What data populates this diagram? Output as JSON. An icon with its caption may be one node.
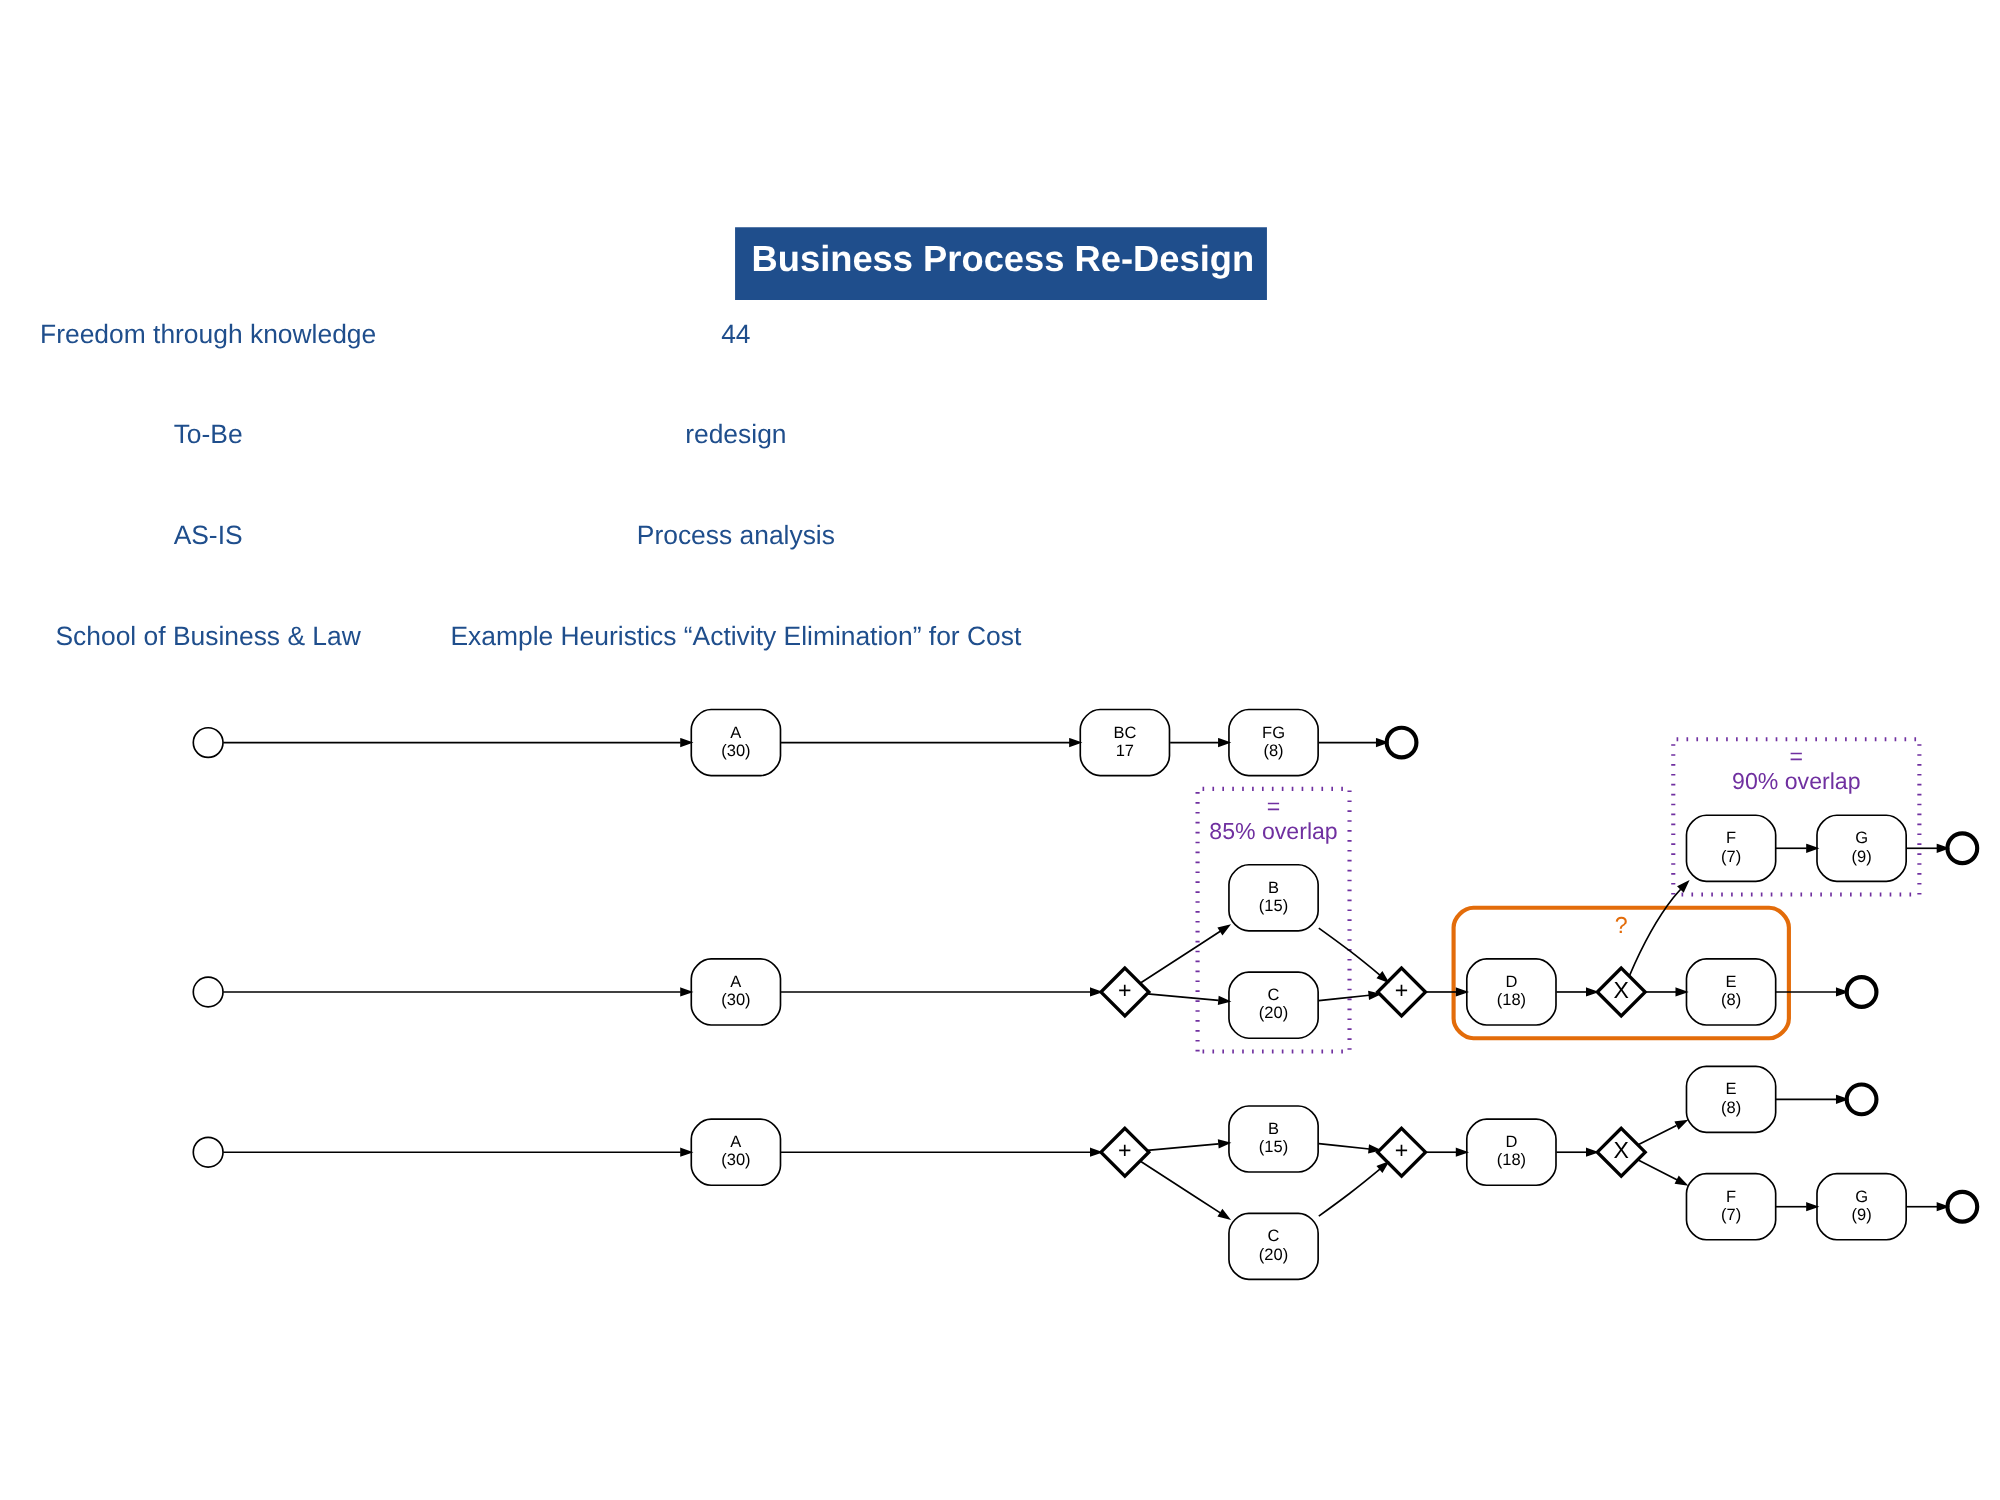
{
  "diagram": {
    "title": "Business Process Re-Design",
    "nodes": [
      {
        "text": [],
        "shape": "circle"
      },
      {
        "text": [
          "A",
          "(30)"
        ]
      },
      {
        "text": [
          "+"
        ]
      },
      {
        "text": [
          "B",
          "(15)"
        ]
      },
      {
        "text": [
          "C",
          "(20)"
        ]
      },
      {
        "text": [
          "+"
        ]
      },
      {
        "text": [
          "D",
          "(18)"
        ]
      },
      {
        "text": [
          "X"
        ]
      },
      {
        "text": [
          "E",
          "(8)"
        ]
      },
      {
        "text": [],
        "shape": "circle"
      },
      {
        "text": [
          "F",
          "(7)"
        ]
      },
      {
        "text": [
          "G",
          "(9)"
        ]
      },
      {
        "text": [],
        "shape": "circle"
      },
      {
        "text": [],
        "shape": "circle"
      },
      {
        "text": [
          "A",
          "(30)"
        ]
      },
      {
        "text": [
          "+"
        ]
      },
      {
        "text": [
          "="
        ],
        "beside": [
          "85% overlap"
        ]
      },
      {
        "text": [
          "B",
          "(15)"
        ],
        "in": 16
      },
      {
        "text": [
          "C",
          "(20)"
        ],
        "in": 16
      },
      {
        "text": [
          "+"
        ]
      },
      {
        "text": [],
        "shape": "ellipse",
        "beside": [
          "?"
        ]
      },
      {
        "text": [
          "D",
          "(18)"
        ],
        "in": 20
      },
      {
        "text": [
          "X"
        ],
        "in": 20
      },
      {
        "text": [
          "E",
          "(8)"
        ],
        "in": 20
      },
      {
        "text": [],
        "shape": "circle"
      },
      {
        "text": [
          "="
        ],
        "beside": [
          "90% overlap"
        ]
      },
      {
        "text": [
          "F",
          "(7)"
        ],
        "in": 25
      },
      {
        "text": [
          "G",
          "(9)"
        ],
        "in": 25
      },
      {
        "text": [],
        "shape": "circle"
      },
      {
        "text": [],
        "shape": "circle"
      },
      {
        "text": [
          "A",
          "(30)"
        ]
      },
      {
        "text": [
          "BC",
          "17"
        ]
      },
      {
        "text": [
          "FG",
          "(8)"
        ]
      },
      {
        "text": [],
        "shape": "circle"
      }
    ],
    "edges": [
      {
        "from": 0,
        "to": 1,
        "arrow": "to"
      },
      {
        "from": 1,
        "to": 2,
        "arrow": "to"
      },
      {
        "from": 2,
        "to": 3,
        "arrow": "to"
      },
      {
        "from": 2,
        "to": 4,
        "arrow": "to"
      },
      {
        "from": 3,
        "to": 5,
        "arrow": "to"
      },
      {
        "from": 4,
        "to": 5,
        "arrow": "to"
      },
      {
        "from": 5,
        "to": 6,
        "arrow": "to"
      },
      {
        "from": 6,
        "to": 7,
        "arrow": "to"
      },
      {
        "from": 7,
        "to": 8,
        "arrow": "to"
      },
      {
        "from": 8,
        "to": 9,
        "arrow": "to"
      },
      {
        "from": 7,
        "to": 10,
        "arrow": "to"
      },
      {
        "from": 10,
        "to": 11,
        "arrow": "to"
      },
      {
        "from": 11,
        "to": 12,
        "arrow": "to"
      },
      {
        "from": 13,
        "to": 14,
        "arrow": "to"
      },
      {
        "from": 14,
        "to": 15,
        "arrow": "to"
      },
      {
        "from": 15,
        "to": 17,
        "arrow": "to"
      },
      {
        "from": 15,
        "to": 18,
        "arrow": "to"
      },
      {
        "from": 17,
        "to": 19,
        "arrow": "to"
      },
      {
        "from": 18,
        "to": 19,
        "arrow": "to"
      },
      {
        "from": 19,
        "to": 21,
        "arrow": "to"
      },
      {
        "from": 21,
        "to": 22,
        "arrow": "to"
      },
      {
        "from": 22,
        "to": 23,
        "arrow": "to"
      },
      {
        "from": 23,
        "to": 24,
        "arrow": "to"
      },
      {
        "from": 22,
        "to": 26,
        "arrow": "to"
      },
      {
        "from": 26,
        "to": 27,
        "arrow": "to"
      },
      {
        "from": 27,
        "to": 28,
        "arrow": "to"
      },
      {
        "from": 29,
        "to": 30,
        "arrow": "to"
      },
      {
        "from": 30,
        "to": 31,
        "arrow": "to"
      },
      {
        "from": 31,
        "to": 32,
        "arrow": "to"
      },
      {
        "from": 32,
        "to": 33,
        "arrow": "to"
      }
    ],
    "labels": [
      "School of Business & Law",
      "Example Heuristics “Activity Elimination” for Cost",
      "AS-IS",
      "Process analysis",
      "To-Be",
      "redesign",
      "Freedom through knowledge",
      "44"
    ]
  }
}
